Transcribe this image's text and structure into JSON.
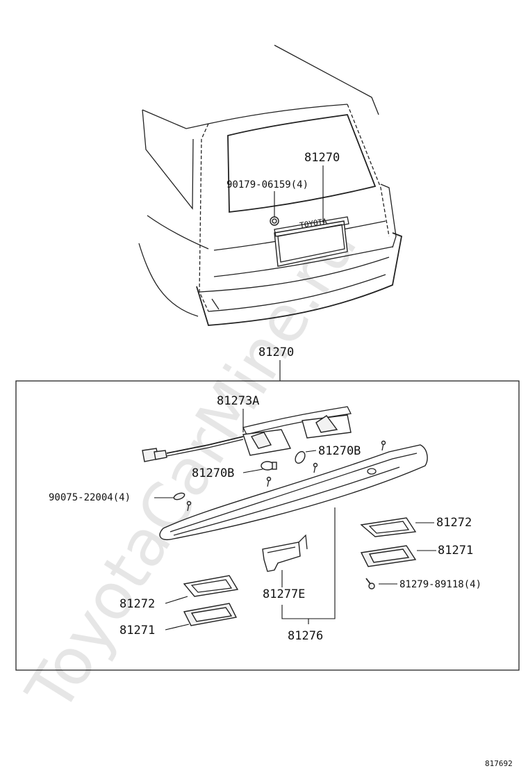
{
  "watermark": "ToyotaCarMine.ru",
  "diagram_code": "817692",
  "car_labels": {
    "assembly": "81270",
    "bolt": "90179-06159(4)"
  },
  "emblem_text": "TOYOTA",
  "box_title": "81270",
  "parts": {
    "socket_wire": "81273A",
    "bulb_right": "81270B",
    "bulb_left": "81270B",
    "clip": "90075-22004(4)",
    "lens_right": "81272",
    "housing_right": "81271",
    "screw": "81279-89118(4)",
    "lens_left": "81272",
    "housing_left": "81271",
    "bracket": "81277E",
    "bracket_group": "81276"
  }
}
